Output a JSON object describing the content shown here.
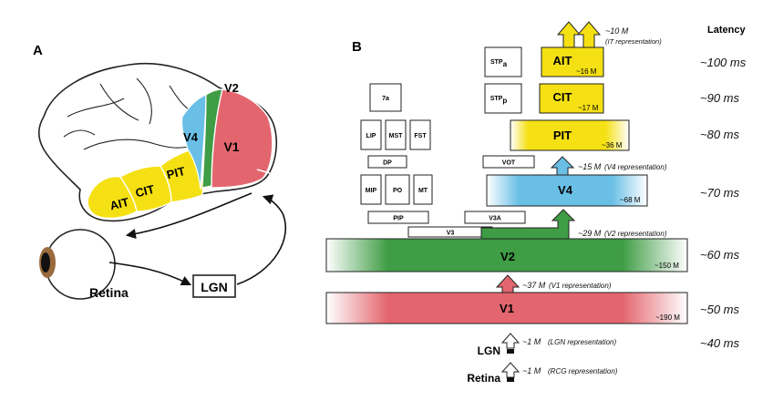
{
  "panel_a": {
    "label": "A",
    "areas": {
      "v1": "V1",
      "v2": "V2",
      "v4": "V4",
      "pit": "PIT",
      "cit": "CIT",
      "ait": "AIT"
    },
    "retina": "Retina",
    "lgn": "LGN"
  },
  "panel_b": {
    "label": "B",
    "latency_header": "Latency",
    "latencies": [
      "~100 ms",
      "~90 ms",
      "~80 ms",
      "~70 ms",
      "~60 ms",
      "~50 ms",
      "~40 ms"
    ],
    "dorsal_boxes": {
      "a7": "7a",
      "lip": "LIP",
      "mst": "MST",
      "fst": "FST",
      "dp": "DP",
      "mip": "MIP",
      "po": "PO",
      "mt": "MT",
      "pip": "PIP",
      "v3": "V3",
      "v3a": "V3A",
      "vot": "VOT",
      "stpa_main": "STP",
      "stpa_sub": "a",
      "stpp_main": "STP",
      "stpp_sub": "p"
    },
    "stages": {
      "ait": {
        "name": "AIT",
        "count": "~16 M"
      },
      "cit": {
        "name": "CIT",
        "count": "~17 M"
      },
      "pit": {
        "name": "PIT",
        "count": "~36 M"
      },
      "v4": {
        "name": "V4",
        "count": "~68 M"
      },
      "v2": {
        "name": "V2",
        "count": "~150 M"
      },
      "v1": {
        "name": "V1",
        "count": "~190 M"
      },
      "lgn": {
        "name": "LGN"
      },
      "retina": {
        "name": "Retina"
      }
    },
    "representations": {
      "it": {
        "count": "~10 M",
        "label": "(IT representation)"
      },
      "v4": {
        "count": "~15 M",
        "label": "(V4 representation)"
      },
      "v2": {
        "count": "~29 M",
        "label": "(V2 representation)"
      },
      "v1": {
        "count": "~37 M",
        "label": "(V1 representation)"
      },
      "lgn": {
        "count": "~1 M",
        "label": "(LGN representation)"
      },
      "rcg": {
        "count": "~1 M",
        "label": "(RCG representation)"
      }
    }
  },
  "colors": {
    "yellow": "#f5e013",
    "v4_blue": "#69bfe6",
    "v2_green": "#3f9d45",
    "v1_red": "#e3666e",
    "eye_brown": "#9a6b3e"
  }
}
